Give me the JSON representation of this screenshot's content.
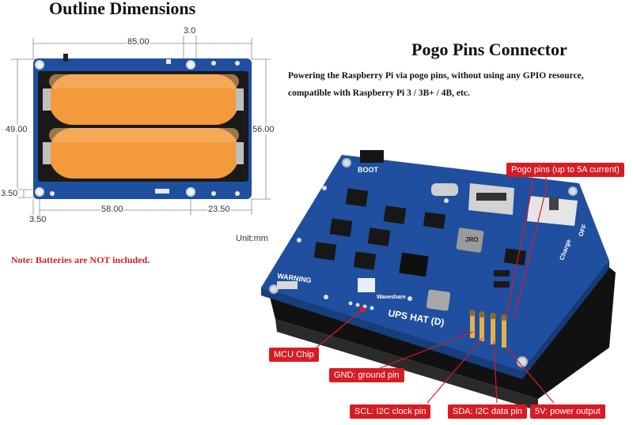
{
  "outline": {
    "title": "Outline Dimensions",
    "dimensions": {
      "width_total": "85.00",
      "gap_top": "3.0",
      "height_left": "49.00",
      "height_right": "56.00",
      "offset_bottom_left_v": "3.50",
      "offset_bottom_left_h": "3.50",
      "bottom_mid": "58.00",
      "bottom_right": "23.50"
    },
    "unit": "Unit:mm",
    "note": "Note: Batteries are NOT included."
  },
  "pogo": {
    "title": "Pogo Pins Connector",
    "description_line1": "Powering the Raspberry Pi via pogo pins, without using any GPIO resource,",
    "description_line2": "compatible with Raspberry Pi 3 / 3B+ / 4B, etc."
  },
  "board_labels": {
    "boot": "BOOT",
    "warning": "WARNING",
    "brand": "Waveshare",
    "product": "UPS HAT (D)",
    "chip": "JRO",
    "charge": "Charge",
    "off": "OFF"
  },
  "callouts": {
    "pogo_pins": "Pogo pins (up to 5A current)",
    "mcu_chip": "MCU Chip",
    "gnd": "GND: ground pin",
    "scl": "SCL: I2C clock pin",
    "sda": "SDA: I2C data pin",
    "five_v": "5V: power output"
  },
  "colors": {
    "pcb_blue": "#1f4f9e",
    "battery_orange": "#f39a3c",
    "callout_red": "#d81c24",
    "note_red": "#d0202a"
  }
}
